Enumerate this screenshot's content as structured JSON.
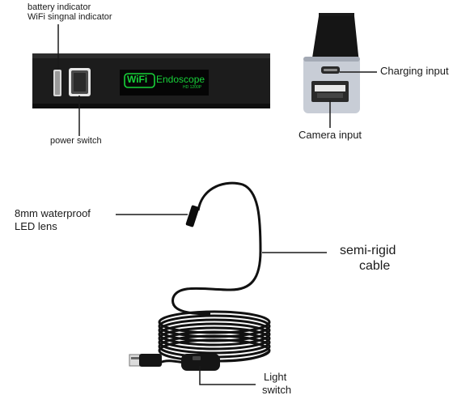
{
  "labels": {
    "battery_indicator": "battery indicator",
    "wifi_indicator": "WiFi singnal indicator",
    "power_switch": "power switch",
    "charging_input": "Charging input",
    "camera_input": "Camera input",
    "lens_line1": "8mm waterproof",
    "lens_line2": "LED lens",
    "cable_line1": "semi-rigid",
    "cable_line2": "cable",
    "light_line1": "Light",
    "light_line2": "switch"
  },
  "device_screen": {
    "wifi_badge": "WiFi",
    "brand": "Endoscope",
    "model": "HD 1200P"
  },
  "colors": {
    "device_body": "#1e1e1e",
    "screen_green": "#18d23a",
    "cable": "#111111"
  }
}
